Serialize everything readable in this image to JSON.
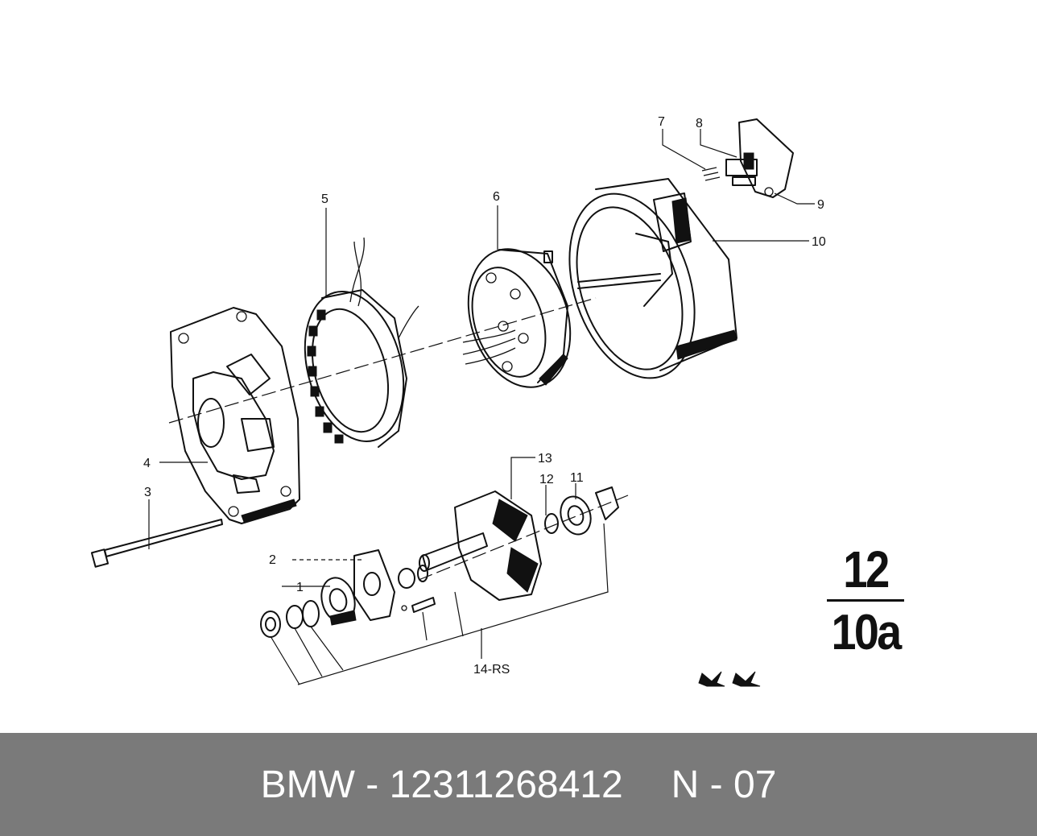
{
  "diagram": {
    "callouts": [
      "1",
      "2",
      "3",
      "4",
      "5",
      "6",
      "7",
      "8",
      "9",
      "10",
      "11",
      "12",
      "13",
      "14-RS"
    ],
    "group_number": "12",
    "group_sub": "10a"
  },
  "footer": {
    "brand": "BMW",
    "separator": "-",
    "part_number": "12311268412",
    "variant": "N - 07"
  },
  "colors": {
    "footer_bg": "#7a7a7a",
    "footer_text": "#ffffff",
    "ink": "#111111"
  }
}
